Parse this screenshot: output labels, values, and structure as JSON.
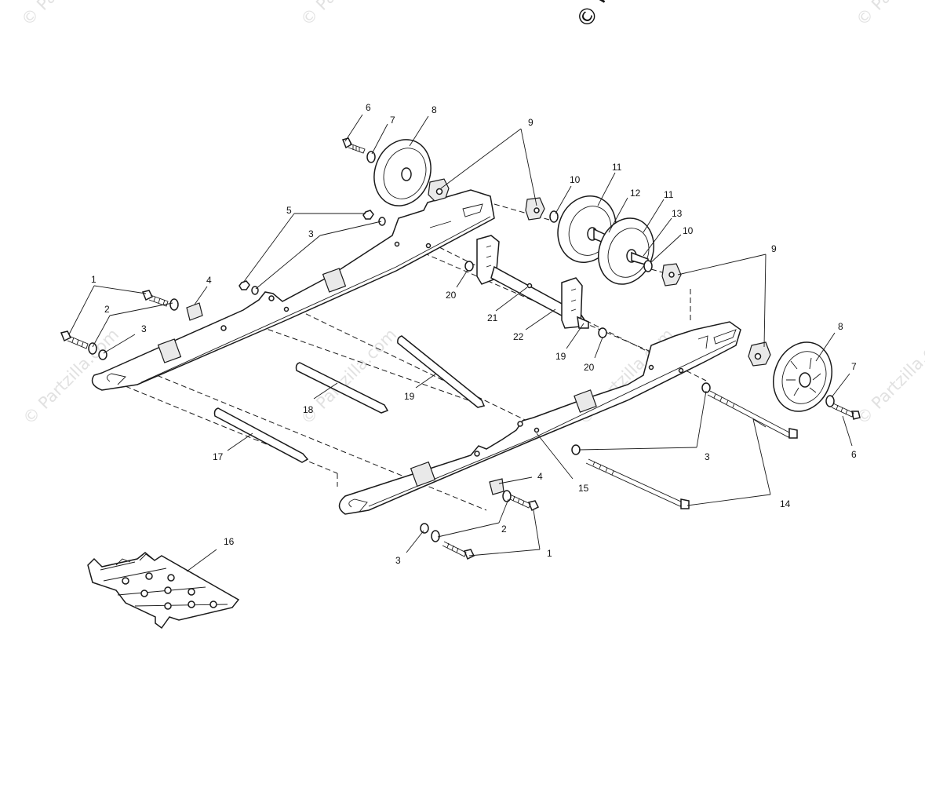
{
  "watermark": {
    "text": "© Partzilla.com",
    "top_fragment": "© Pa"
  },
  "callouts": [
    {
      "id": "c1a",
      "text": "1"
    },
    {
      "id": "c2a",
      "text": "2"
    },
    {
      "id": "c3a",
      "text": "3"
    },
    {
      "id": "c4a",
      "text": "4"
    },
    {
      "id": "c5",
      "text": "5"
    },
    {
      "id": "c3b",
      "text": "3"
    },
    {
      "id": "c6a",
      "text": "6"
    },
    {
      "id": "c7a",
      "text": "7"
    },
    {
      "id": "c8a",
      "text": "8"
    },
    {
      "id": "c9a",
      "text": "9"
    },
    {
      "id": "c10a",
      "text": "10"
    },
    {
      "id": "c11a",
      "text": "11"
    },
    {
      "id": "c12",
      "text": "12"
    },
    {
      "id": "c11b",
      "text": "11"
    },
    {
      "id": "c13",
      "text": "13"
    },
    {
      "id": "c10b",
      "text": "10"
    },
    {
      "id": "c9b",
      "text": "9"
    },
    {
      "id": "c20a",
      "text": "20"
    },
    {
      "id": "c21",
      "text": "21"
    },
    {
      "id": "c22",
      "text": "22"
    },
    {
      "id": "c19a",
      "text": "19"
    },
    {
      "id": "c20b",
      "text": "20"
    },
    {
      "id": "c8b",
      "text": "8"
    },
    {
      "id": "c7b",
      "text": "7"
    },
    {
      "id": "c6b",
      "text": "6"
    },
    {
      "id": "c3c",
      "text": "3"
    },
    {
      "id": "c14",
      "text": "14"
    },
    {
      "id": "c15",
      "text": "15"
    },
    {
      "id": "c4b",
      "text": "4"
    },
    {
      "id": "c2b",
      "text": "2"
    },
    {
      "id": "c1b",
      "text": "1"
    },
    {
      "id": "c3d",
      "text": "3"
    },
    {
      "id": "c18",
      "text": "18"
    },
    {
      "id": "c19b",
      "text": "19"
    },
    {
      "id": "c17",
      "text": "17"
    },
    {
      "id": "c16",
      "text": "16"
    }
  ]
}
